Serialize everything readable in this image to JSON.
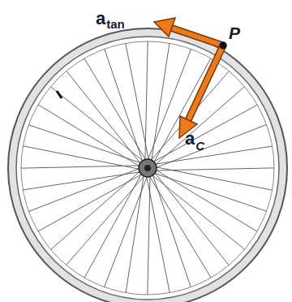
{
  "diagram": {
    "labels": [
      "a",
      "tan",
      "P",
      "a",
      "C"
    ]
  }
}
